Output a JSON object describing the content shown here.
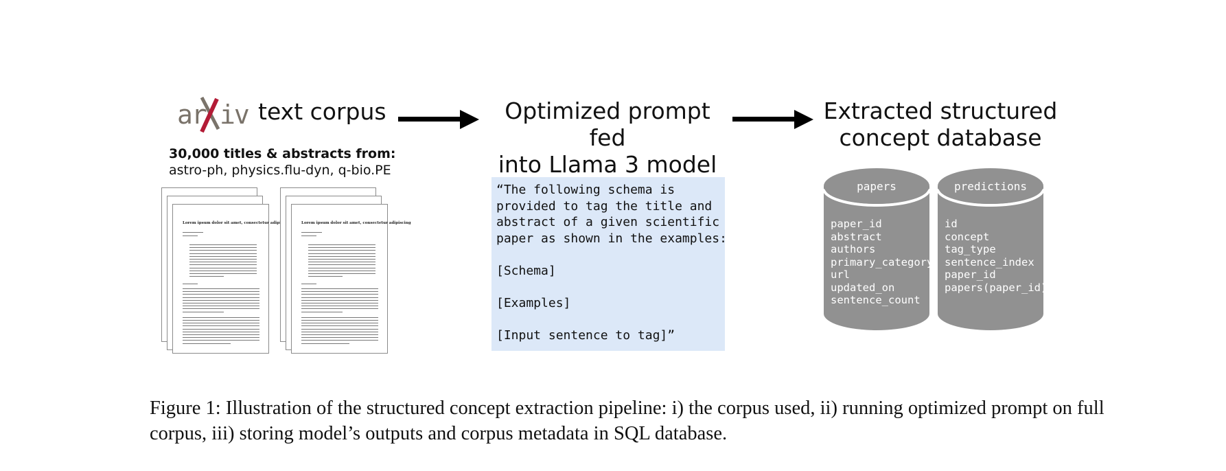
{
  "corpus": {
    "logo_text": "arXiv",
    "title": "text corpus",
    "subtitle_bold": "30,000 titles & abstracts from:",
    "subtitle_categories": "astro-ph, physics.flu-dyn, q-bio.PE",
    "paper_title": "Lorem ipsum dolor sit amet, consectetur adipiscing"
  },
  "prompt": {
    "title_line1": "Optimized prompt fed",
    "title_line2": "into Llama 3 model",
    "lines": [
      "“The following schema is",
      "provided to tag the title and",
      "abstract of a given scientific",
      "paper as shown in the examples:",
      "",
      "[Schema]",
      "",
      "[Examples]",
      "",
      "[Input sentence to tag]”"
    ],
    "box_color": "#dce8f8"
  },
  "database": {
    "title_line1": "Extracted structured",
    "title_line2": "concept database",
    "cylinder_color": "#919191",
    "tables": [
      {
        "name": "papers",
        "fields": [
          "paper_id",
          "abstract",
          "authors",
          "primary_category",
          "url",
          "updated_on",
          "sentence_count"
        ]
      },
      {
        "name": "predictions",
        "fields": [
          "id",
          "concept",
          "tag_type",
          "sentence_index",
          "paper_id",
          "papers(paper_id)"
        ]
      }
    ]
  },
  "caption": "Figure 1: Illustration of the structured concept extraction pipeline: i) the corpus used, ii) running optimized prompt on full corpus, iii) storing model’s outputs and corpus metadata in SQL database."
}
